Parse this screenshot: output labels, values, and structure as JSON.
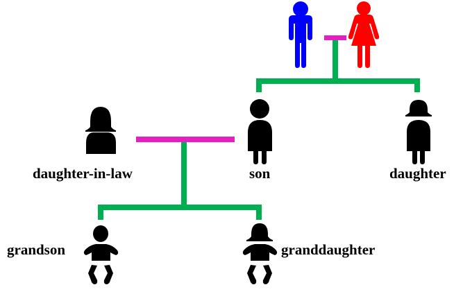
{
  "diagram": {
    "type": "family-tree",
    "colors": {
      "marriage_line": "#e620c0",
      "descent_line": "#00b050",
      "grandfather": "#0000ff",
      "grandmother": "#ff0000",
      "member": "#000000"
    },
    "nodes": [
      {
        "id": "grandfather",
        "label": "",
        "icon": "man-icon",
        "color": "#0000ff"
      },
      {
        "id": "grandmother",
        "label": "",
        "icon": "woman-icon",
        "color": "#ff0000"
      },
      {
        "id": "son",
        "label": "son",
        "icon": "boy-icon"
      },
      {
        "id": "daughter",
        "label": "daughter",
        "icon": "girl-icon"
      },
      {
        "id": "daughter-in-law",
        "label": "daughter-in-law",
        "icon": "woman-bust-icon"
      },
      {
        "id": "grandson",
        "label": "grandson",
        "icon": "baby-boy-icon"
      },
      {
        "id": "granddaughter",
        "label": "granddaughter",
        "icon": "baby-girl-icon"
      }
    ],
    "edges": [
      {
        "type": "marriage",
        "from": "grandfather",
        "to": "grandmother"
      },
      {
        "type": "descent",
        "parents": [
          "grandfather",
          "grandmother"
        ],
        "children": [
          "son",
          "daughter"
        ]
      },
      {
        "type": "marriage",
        "from": "daughter-in-law",
        "to": "son"
      },
      {
        "type": "descent",
        "parents": [
          "daughter-in-law",
          "son"
        ],
        "children": [
          "grandson",
          "granddaughter"
        ]
      }
    ]
  },
  "labels": {
    "son": "son",
    "daughter": "daughter",
    "daughter_in_law": "daughter-in-law",
    "grandson": "grandson",
    "granddaughter": "granddaughter"
  }
}
